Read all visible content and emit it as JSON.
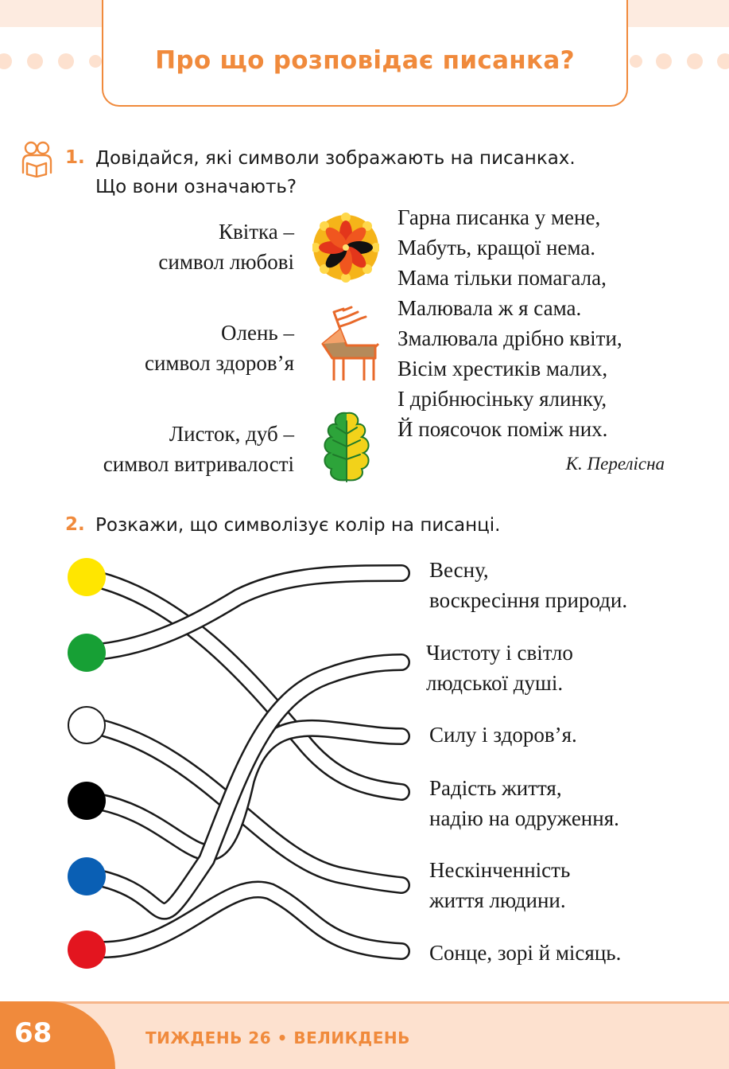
{
  "header": {
    "title": "Про що розповідає писанка?"
  },
  "task1": {
    "number": "1.",
    "text_line1": "Довідайся, які символи зображають на писанках.",
    "text_line2": "Що вони означають?",
    "symbols": [
      {
        "line1": "Квітка –",
        "line2": "символ любові",
        "icon": "flower-icon"
      },
      {
        "line1": "Олень –",
        "line2": "символ здоров’я",
        "icon": "deer-icon"
      },
      {
        "line1": "Листок, дуб –",
        "line2": "символ витривалості",
        "icon": "oak-leaf-icon"
      }
    ],
    "poem": [
      "Гарна писанка у мене,",
      "Мабуть, кращої нема.",
      "Мама тільки помагала,",
      "Малювала ж я сама.",
      "Змалювала дрібно квіти,",
      "Вісім хрестиків малих,",
      "І дрібнюсіньку ялинку,",
      "Й поясочок поміж них."
    ],
    "author": "К. Перелісна"
  },
  "task2": {
    "number": "2.",
    "text": "Розкажи, що символізує колір на писанці.",
    "colors": [
      "#ffe600",
      "#17a035",
      "#ffffff",
      "#000000",
      "#0a5fb4",
      "#e3151f"
    ],
    "meanings": [
      {
        "line1": "Весну,",
        "line2": "воскресіння природи."
      },
      {
        "line1": "Чистоту і світло",
        "line2": "людської душі."
      },
      {
        "line1": "Силу і здоров’я.",
        "line2": ""
      },
      {
        "line1": "Радість життя,",
        "line2": "надію на одруження."
      },
      {
        "line1": "Нескінченність",
        "line2": "життя людини."
      },
      {
        "line1": "Сонце, зорі й місяць.",
        "line2": ""
      }
    ]
  },
  "footer": {
    "page_number": "68",
    "week_label": "ТИЖДЕНЬ 26 • ВЕЛИКДЕНЬ"
  },
  "accent_color": "#f08a3c"
}
